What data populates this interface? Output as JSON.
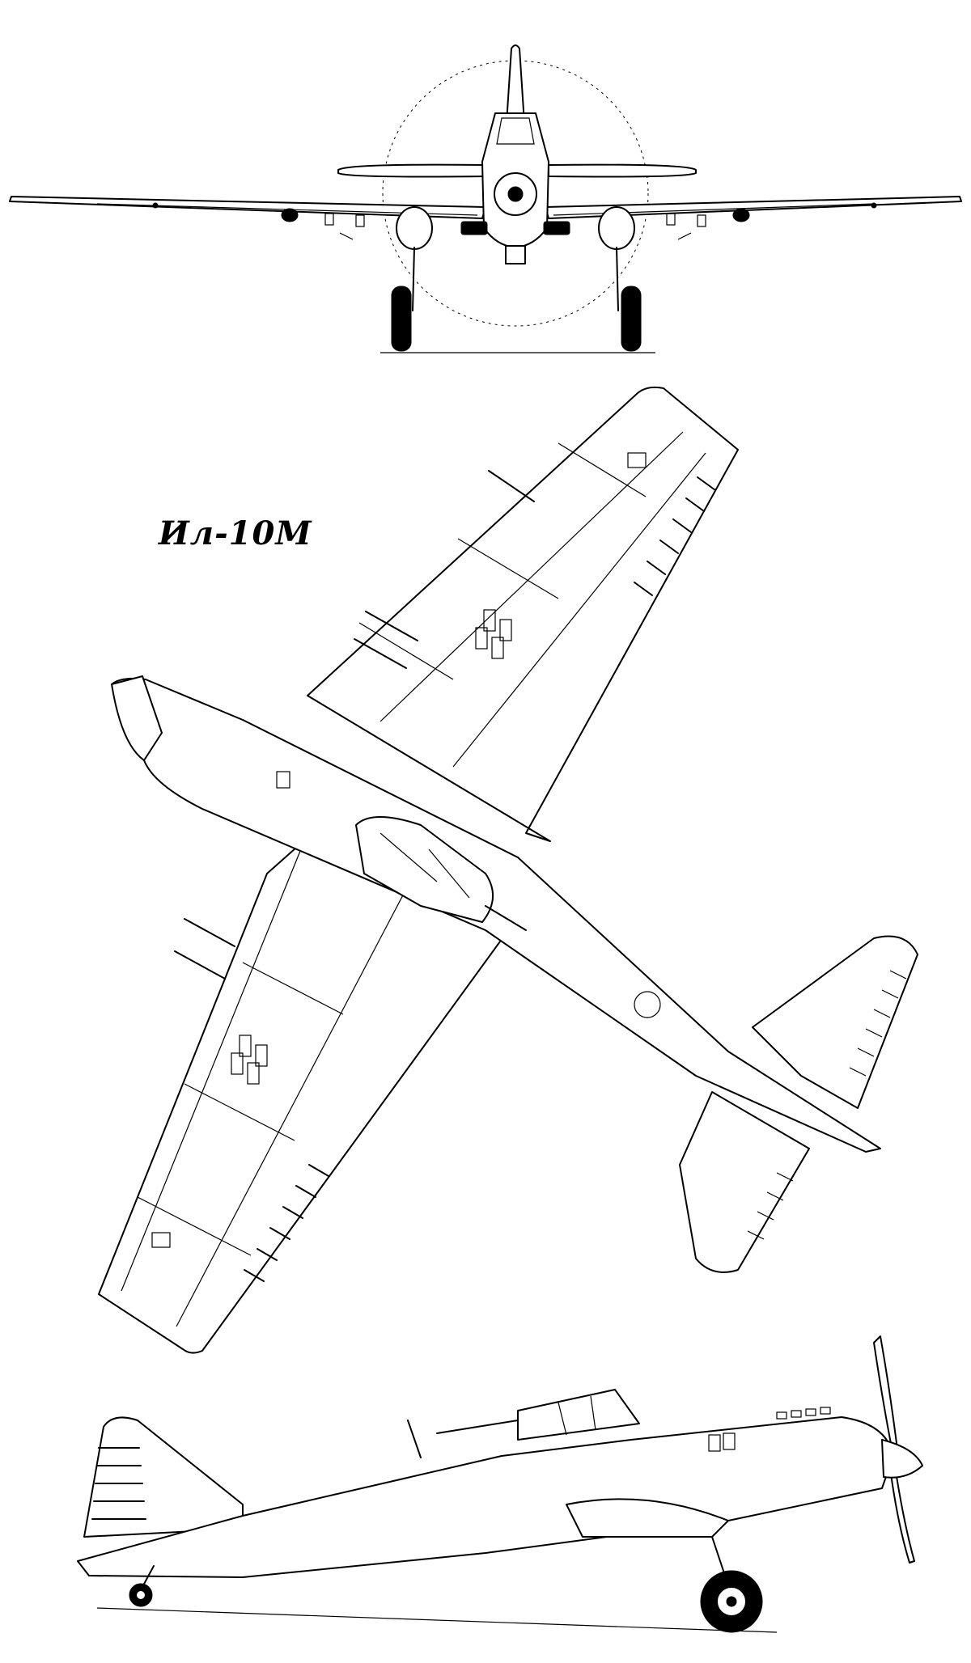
{
  "drawing": {
    "title": "Ил-10М",
    "views": [
      "front-view",
      "top-view",
      "side-view"
    ]
  }
}
